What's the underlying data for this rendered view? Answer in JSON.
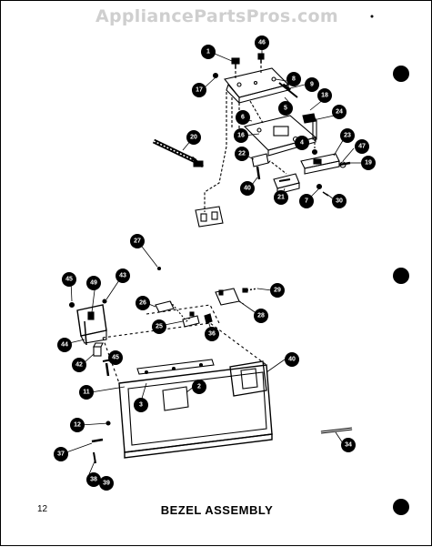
{
  "watermark": "AppliancePartsPros.com",
  "page_number": "12",
  "caption": "BEZEL ASSEMBLY",
  "colors": {
    "ink": "#000000",
    "watermark": "#cfcfcf",
    "background": "#ffffff"
  },
  "callouts": [
    "1",
    "46",
    "17",
    "8",
    "9",
    "5",
    "18",
    "6",
    "24",
    "16",
    "4",
    "23",
    "47",
    "19",
    "20",
    "22",
    "40",
    "21",
    "7",
    "30",
    "27",
    "45",
    "49",
    "43",
    "26",
    "28",
    "29",
    "25",
    "36",
    "44",
    "42",
    "45",
    "40",
    "11",
    "3",
    "2",
    "12",
    "37",
    "38",
    "39",
    "34"
  ]
}
